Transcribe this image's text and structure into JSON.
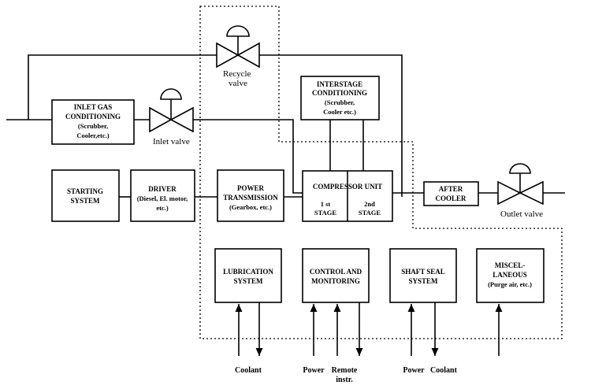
{
  "boxes": {
    "inlet_gas": {
      "line1": "INLET GAS",
      "line2": "CONDITIONING",
      "line3": "(Scrubber,",
      "line4": "Cooler,etc.)"
    },
    "interstage": {
      "line1": "INTERSTAGE",
      "line2": "CONDITIONING",
      "line3": "(Scrubber,",
      "line4": "Cooler etc.)"
    },
    "starting": {
      "line1": "STARTING",
      "line2": "SYSTEM"
    },
    "driver": {
      "line1": "DRIVER",
      "line2": "(Diesel, El. motor,",
      "line3": "etc.)"
    },
    "power_transmission": {
      "line1": "POWER",
      "line2": "TRANSMISSION",
      "line3": "(Gearbox, etc.)"
    },
    "compressor": {
      "title": "COMPRESSOR UNIT",
      "stage1_a": "1 st",
      "stage1_b": "STAGE",
      "stage2_a": "2nd",
      "stage2_b": "STAGE"
    },
    "after_cooler": {
      "line1": "AFTER",
      "line2": "COOLER"
    },
    "lubrication": {
      "line1": "LUBRICATION",
      "line2": "SYSTEM"
    },
    "control": {
      "line1": "CONTROL AND",
      "line2": "MONITORING"
    },
    "shaft_seal": {
      "line1": "SHAFT SEAL",
      "line2": "SYSTEM"
    },
    "misc": {
      "line1": "MISCEL-",
      "line2": "LANEOUS",
      "line3": "(Purge air, etc.)"
    }
  },
  "valves": {
    "recycle": {
      "line1": "Recycle",
      "line2": "valve"
    },
    "inlet": {
      "label": "Inlet valve"
    },
    "outlet": {
      "label": "Outlet valve"
    }
  },
  "io_labels": {
    "coolant_lube": "Coolant",
    "power_control": "Power",
    "remote_a": "Remote",
    "remote_b": "instr.",
    "power_seal": "Power",
    "coolant_seal": "Coolant"
  }
}
